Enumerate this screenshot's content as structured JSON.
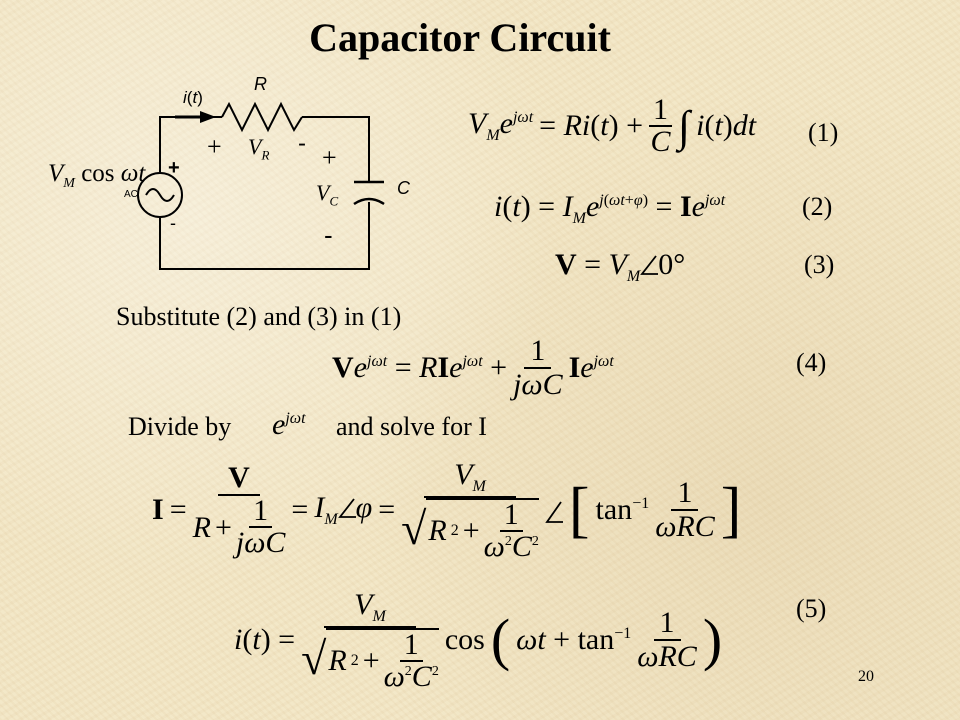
{
  "slide": {
    "title": "Capacitor Circuit",
    "page_number": "20"
  },
  "circuit": {
    "resistor_label": "R",
    "current_label": "i(t)",
    "source_label": "V_M cos ωt",
    "source_ac": "AC",
    "source_plus": "+",
    "source_minus": "-",
    "vr_plus": "+",
    "vr_minus": "-",
    "vr_label": "V_R",
    "vc_plus": "+",
    "vc_minus": "-",
    "vc_label": "V_C",
    "capacitor_label": "C"
  },
  "equations": {
    "eq1": "V_M e^{jωt} = R i(t) + (1/C) ∫ i(t) dt",
    "eq2": "i(t) = I_M e^{j(ωt+φ)} = I e^{jωt}",
    "eq3": "V = V_M ∠0°",
    "eq4": "V e^{jωt} = R I e^{jωt} + (1/jωC) I e^{jωt}",
    "eq_I": "I = V / (R + 1/jωC) = I_M ∠φ = V_M / √(R² + 1/(ω²C²)) ∠ [tan⁻¹ (1/ωRC)]",
    "eq5": "i(t) = V_M / √(R² + 1/(ω²C²)) cos(ωt + tan⁻¹ (1/ωRC))"
  },
  "equation_numbers": [
    "(1)",
    "(2)",
    "(3)",
    "(4)",
    "(5)"
  ],
  "text": {
    "substitute": "Substitute (2) and (3) in (1)",
    "divide_by": "Divide by",
    "and_solve": "and solve for I"
  }
}
